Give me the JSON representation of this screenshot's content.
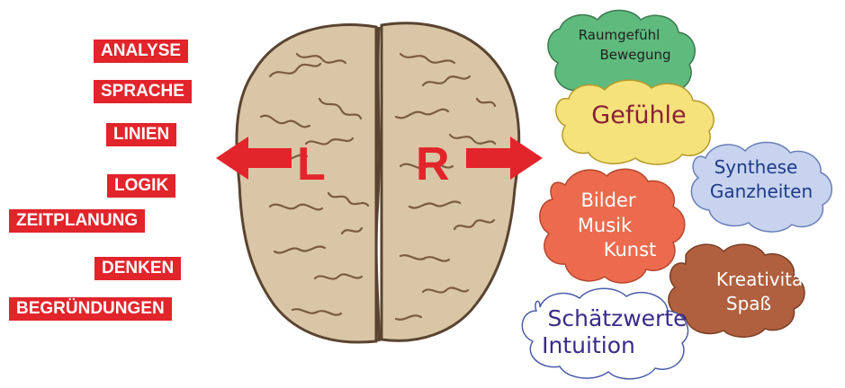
{
  "left_hemisphere": {
    "letter": "L",
    "labels": [
      "ANALYSE",
      "SPRACHE",
      "LINIEN",
      "LOGIK",
      "ZEITPLANUNG",
      "DENKEN",
      "BEGRÜNDUNGEN"
    ],
    "label_color": "#e2242b"
  },
  "right_hemisphere": {
    "letter": "R",
    "clouds": [
      {
        "lines": [
          "Raumgefühl",
          "Bewegung"
        ],
        "fill": "#5fba7d",
        "text_color": "#1f1f1f"
      },
      {
        "lines": [
          "Gefühle"
        ],
        "fill": "#f6e27a",
        "text_color": "#8a1f3a"
      },
      {
        "lines": [
          "Synthese",
          "Ganzheiten"
        ],
        "fill": "#c7d3ef",
        "text_color": "#1e3a8a"
      },
      {
        "lines": [
          "Bilder",
          "Musik",
          "Kunst"
        ],
        "fill": "#ec6b4f",
        "text_color": "#ffffff"
      },
      {
        "lines": [
          "Kreativität",
          "Spaß"
        ],
        "fill": "#b0603f",
        "text_color": "#ffffff"
      },
      {
        "lines": [
          "Schätzwerte",
          "Intuition"
        ],
        "fill": "#ffffff",
        "text_color": "#3a2a8a"
      }
    ]
  },
  "colors": {
    "arrow": "#e2242b",
    "brain_fill": "#d9c6a6",
    "brain_stroke": "#5a4430"
  }
}
